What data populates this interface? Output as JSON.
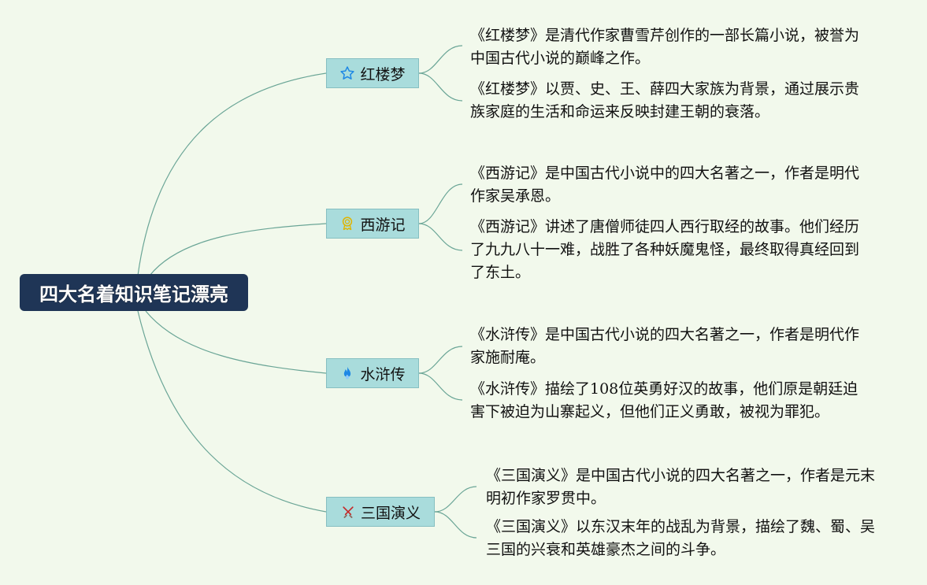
{
  "root": {
    "label": "四大名着知识笔记漂亮"
  },
  "colors": {
    "background": "#f2f9ec",
    "root_fill": "#1f3556",
    "branch_fill": "#a9dcdc",
    "branch_border": "#86bfc1",
    "link_stroke": "#6aa596"
  },
  "branches": [
    {
      "label": "红楼梦",
      "icon": "star-icon",
      "leaves": [
        {
          "text": "《红楼梦》是清代作家曹雪芹创作的一部长篇小说，被誉为中国古代小说的巅峰之作。"
        },
        {
          "text": "《红楼梦》以贾、史、王、薛四大家族为背景，通过展示贵族家庭的生活和命运来反映封建王朝的衰落。"
        }
      ]
    },
    {
      "label": "西游记",
      "icon": "medal-icon",
      "leaves": [
        {
          "text": "《西游记》是中国古代小说中的四大名著之一，作者是明代作家吴承恩。"
        },
        {
          "text": "《西游记》讲述了唐僧师徒四人西行取经的故事。他们经历了九九八十一难，战胜了各种妖魔鬼怪，最终取得真经回到了东土。"
        }
      ]
    },
    {
      "label": "水浒传",
      "icon": "flame-icon",
      "leaves": [
        {
          "text": "《水浒传》是中国古代小说的四大名著之一，作者是明代作家施耐庵。"
        },
        {
          "text": "《水浒传》描绘了108位英勇好汉的故事，他们原是朝廷迫害下被迫为山寨起义，但他们正义勇敢，被视为罪犯。"
        }
      ]
    },
    {
      "label": "三国演义",
      "icon": "crossed-swords-icon",
      "leaves": [
        {
          "text": "《三国演义》是中国古代小说的四大名著之一，作者是元末明初作家罗贯中。"
        },
        {
          "text": "《三国演义》以东汉末年的战乱为背景，描绘了魏、蜀、吴三国的兴衰和英雄豪杰之间的斗争。"
        }
      ]
    }
  ]
}
